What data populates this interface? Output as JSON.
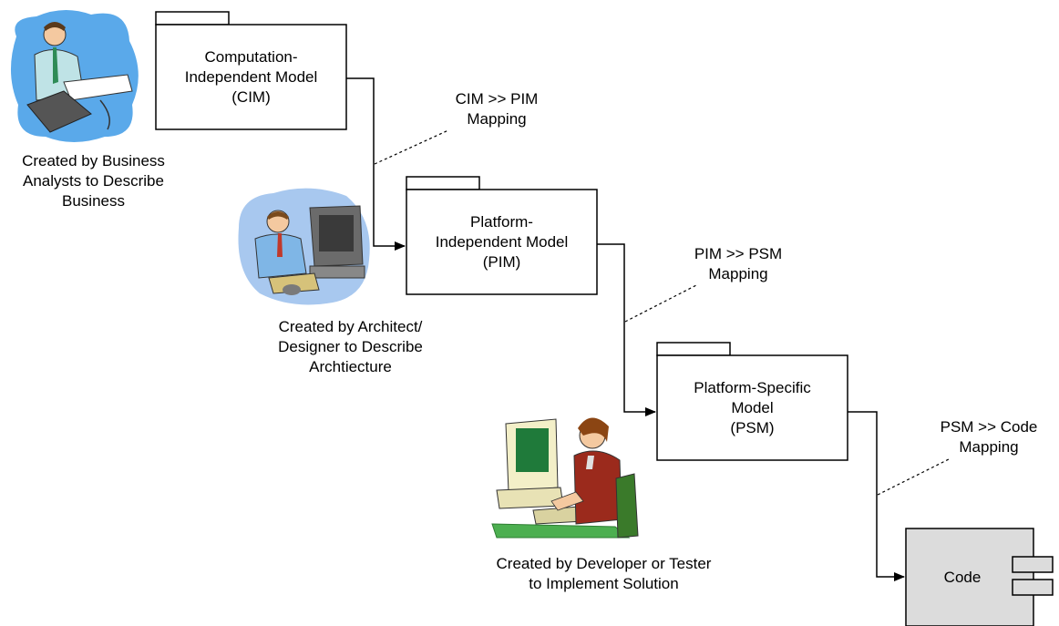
{
  "models": {
    "cim": {
      "text": "Computation-\nIndependent Model\n(CIM)"
    },
    "pim": {
      "text": "Platform-\nIndependent Model\n(PIM)"
    },
    "psm": {
      "text": "Platform-Specific\nModel\n(PSM)"
    },
    "code": {
      "text": "Code"
    }
  },
  "mappings": {
    "cim_pim": "CIM >> PIM\nMapping",
    "pim_psm": "PIM >> PSM\nMapping",
    "psm_code": "PSM >> Code\nMapping"
  },
  "captions": {
    "business": "Created by Business\nAnalysts to Describe\nBusiness",
    "architect": "Created by Architect/\nDesigner to Describe\nArchtiecture",
    "developer": "Created by Developer or Tester\nto Implement Solution"
  },
  "colors": {
    "line": "#000000",
    "code_fill": "#dcdcdc",
    "package_fill": "#ffffff"
  },
  "icons": [
    "business-analyst-clipart-icon",
    "architect-clipart-icon",
    "developer-clipart-icon",
    "component-icon"
  ]
}
